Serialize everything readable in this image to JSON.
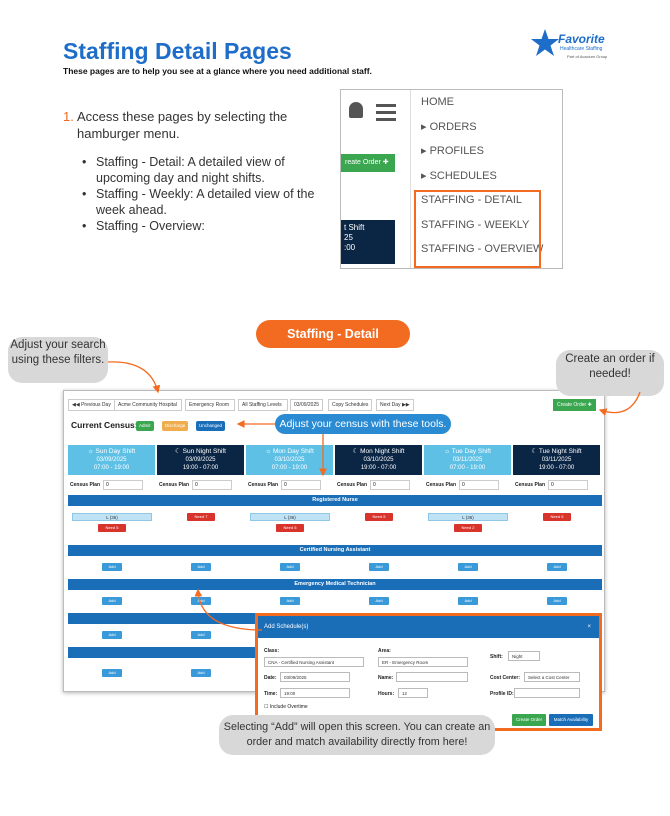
{
  "header": {
    "title": "Staffing Detail Pages",
    "subtitle": "These pages are to help you see at a glance where you need additional staff."
  },
  "logo": {
    "name": "Favorite",
    "line1": "Healthcare Staffing",
    "line2": "Part of Acacium Group"
  },
  "step": {
    "number": "1.",
    "text": "Access these pages by selecting the hamburger menu."
  },
  "bullets": [
    "Staffing - Detail: A detailed view of upcoming day and night shifts.",
    "Staffing - Weekly: A detailed view of the week ahead.",
    "Staffing - Overview:"
  ],
  "menu": {
    "create_label": "reate Order ✚",
    "shift_label": "t Shift",
    "shift_l2": "25",
    "shift_l3": ":00",
    "items": [
      "HOME",
      "▸ ORDERS",
      "▸ PROFILES",
      "▸ SCHEDULES",
      "STAFFING - DETAIL",
      "STAFFING - WEEKLY",
      "STAFFING - OVERVIEW"
    ]
  },
  "section_pill": "Staffing - Detail",
  "callouts": {
    "filters": "Adjust your search using these filters.",
    "create_order": "Create an order if needed!",
    "census": "Adjust your census with these tools.",
    "add": "Selecting “Add” will open this screen. You can create an order and match availability directly from here!"
  },
  "toolbar": {
    "prev": "◀◀ Previous Day",
    "hospital": "Acme Community Hospital",
    "area": "Emergency Room",
    "levels": "All Staffing Levels",
    "date": "03/09/2025",
    "copy": "Copy Schedules",
    "next": "Next Day ▶▶",
    "create": "Create Order ✚"
  },
  "census": {
    "label": "Current Census: 0",
    "admit": "Admit",
    "discharge": "Discharge",
    "unchanged": "Unchanged"
  },
  "shifts": [
    {
      "name": "☼ Sun Day Shift",
      "date": "03/09/2025",
      "time": "07:00 - 19:00",
      "kind": "day"
    },
    {
      "name": "☾ Sun Night Shift",
      "date": "03/09/2025",
      "time": "19:00 - 07:00",
      "kind": "night"
    },
    {
      "name": "☼ Mon Day Shift",
      "date": "03/10/2025",
      "time": "07:00 - 19:00",
      "kind": "day"
    },
    {
      "name": "☾ Mon Night Shift",
      "date": "03/10/2025",
      "time": "19:00 - 07:00",
      "kind": "night"
    },
    {
      "name": "☼ Tue Day Shift",
      "date": "03/11/2025",
      "time": "07:00 - 19:00",
      "kind": "day"
    },
    {
      "name": "☾ Tue Night Shift",
      "date": "03/11/2025",
      "time": "19:00 - 07:00",
      "kind": "night"
    }
  ],
  "census_plan": {
    "label": "Census Plan",
    "value": "0"
  },
  "roles": [
    "Registered Nurse",
    "Certified Nursing Assistant",
    "Emergency Medical Technician"
  ],
  "rn_row": [
    "L (36)",
    "Need 7",
    "L (36)",
    "Need 5",
    "L (36)",
    "Need 5"
  ],
  "rn_need2": [
    "Need 5",
    "",
    "Need 5",
    "",
    "Need 2",
    ""
  ],
  "add_label": "Add",
  "modal": {
    "title": "Add Schedule(s)",
    "close": "×",
    "class_label": "Class:",
    "class_val": "CNA - Certified Nursing Assistant",
    "area_label": "Area:",
    "area_val": "ER - Emergency Room",
    "shift_label": "Shift:",
    "shift_val": "Night",
    "date_label": "Date:",
    "date_val": "03/09/2025",
    "name_label": "Name:",
    "cost_label": "Cost Center:",
    "cost_val": "Select a Cost Center",
    "time_label": "Time:",
    "time_val": "19:00",
    "hours_label": "Hours:",
    "hours_val": "12",
    "profile_label": "Profile ID:",
    "overtime": "Include Overtime",
    "create": "Create Order",
    "match": "Match Availability"
  },
  "colors": {
    "accent": "#f26b21",
    "blue": "#1e6dc9",
    "day": "#5fc0e6",
    "night": "#0b2545"
  }
}
